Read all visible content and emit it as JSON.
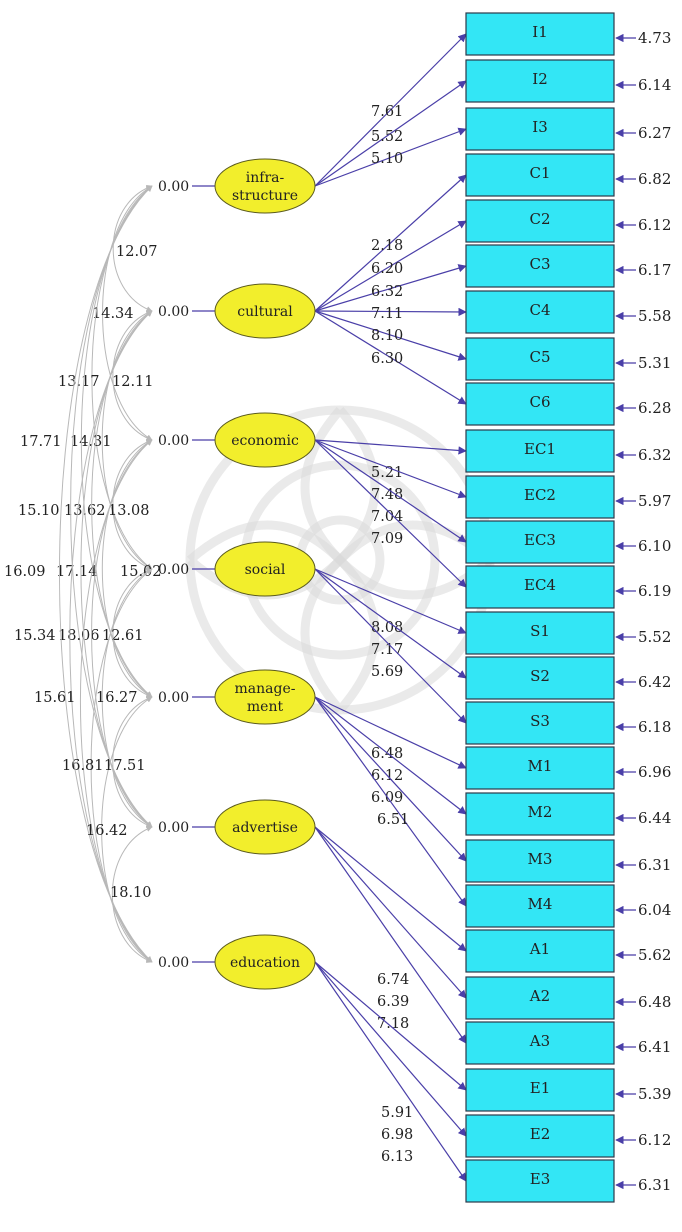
{
  "latent_variables": [
    {
      "id": "infra",
      "label_lines": [
        "infra-",
        "structure"
      ],
      "variance": "0.00"
    },
    {
      "id": "cultural",
      "label_lines": [
        "cultural"
      ],
      "variance": "0.00"
    },
    {
      "id": "economic",
      "label_lines": [
        "economic"
      ],
      "variance": "0.00"
    },
    {
      "id": "social",
      "label_lines": [
        "social"
      ],
      "variance": "0.00"
    },
    {
      "id": "management",
      "label_lines": [
        "manage-",
        "ment"
      ],
      "variance": "0.00"
    },
    {
      "id": "advertise",
      "label_lines": [
        "advertise"
      ],
      "variance": "0.00"
    },
    {
      "id": "education",
      "label_lines": [
        "education"
      ],
      "variance": "0.00"
    }
  ],
  "indicators": [
    {
      "id": "I1",
      "label": "I1",
      "error": "4.73"
    },
    {
      "id": "I2",
      "label": "I2",
      "error": "6.14"
    },
    {
      "id": "I3",
      "label": "I3",
      "error": "6.27"
    },
    {
      "id": "C1",
      "label": "C1",
      "error": "6.82"
    },
    {
      "id": "C2",
      "label": "C2",
      "error": "6.12"
    },
    {
      "id": "C3",
      "label": "C3",
      "error": "6.17"
    },
    {
      "id": "C4",
      "label": "C4",
      "error": "5.58"
    },
    {
      "id": "C5",
      "label": "C5",
      "error": "5.31"
    },
    {
      "id": "C6",
      "label": "C6",
      "error": "6.28"
    },
    {
      "id": "EC1",
      "label": "EC1",
      "error": "6.32"
    },
    {
      "id": "EC2",
      "label": "EC2",
      "error": "5.97"
    },
    {
      "id": "EC3",
      "label": "EC3",
      "error": "6.10"
    },
    {
      "id": "EC4",
      "label": "EC4",
      "error": "6.19"
    },
    {
      "id": "S1",
      "label": "S1",
      "error": "5.52"
    },
    {
      "id": "S2",
      "label": "S2",
      "error": "6.42"
    },
    {
      "id": "S3",
      "label": "S3",
      "error": "6.18"
    },
    {
      "id": "M1",
      "label": "M1",
      "error": "6.96"
    },
    {
      "id": "M2",
      "label": "M2",
      "error": "6.44"
    },
    {
      "id": "M3",
      "label": "M3",
      "error": "6.31"
    },
    {
      "id": "M4",
      "label": "M4",
      "error": "6.04"
    },
    {
      "id": "A1",
      "label": "A1",
      "error": "5.62"
    },
    {
      "id": "A2",
      "label": "A2",
      "error": "6.48"
    },
    {
      "id": "A3",
      "label": "A3",
      "error": "6.41"
    },
    {
      "id": "E1",
      "label": "E1",
      "error": "5.39"
    },
    {
      "id": "E2",
      "label": "E2",
      "error": "6.12"
    },
    {
      "id": "E3",
      "label": "E3",
      "error": "6.31"
    }
  ],
  "loadings": [
    {
      "from": "infra",
      "to": "I1",
      "value": "7.61"
    },
    {
      "from": "infra",
      "to": "I2",
      "value": "5.52"
    },
    {
      "from": "infra",
      "to": "I3",
      "value": "5.10"
    },
    {
      "from": "cultural",
      "to": "C1",
      "value": "2.18"
    },
    {
      "from": "cultural",
      "to": "C2",
      "value": "6.20"
    },
    {
      "from": "cultural",
      "to": "C3",
      "value": "6.32"
    },
    {
      "from": "cultural",
      "to": "C4",
      "value": "7.11"
    },
    {
      "from": "cultural",
      "to": "C5",
      "value": "8.10"
    },
    {
      "from": "cultural",
      "to": "C6",
      "value": "6.30"
    },
    {
      "from": "economic",
      "to": "EC1",
      "value": "5.21"
    },
    {
      "from": "economic",
      "to": "EC2",
      "value": "7.48"
    },
    {
      "from": "economic",
      "to": "EC3",
      "value": "7.04"
    },
    {
      "from": "economic",
      "to": "EC4",
      "value": "7.09"
    },
    {
      "from": "social",
      "to": "S1",
      "value": "8.08"
    },
    {
      "from": "social",
      "to": "S2",
      "value": "7.17"
    },
    {
      "from": "social",
      "to": "S3",
      "value": "5.69"
    },
    {
      "from": "management",
      "to": "M1",
      "value": "6.48"
    },
    {
      "from": "management",
      "to": "M2",
      "value": "6.12"
    },
    {
      "from": "management",
      "to": "M3",
      "value": "6.09"
    },
    {
      "from": "management",
      "to": "M4",
      "value": "6.51"
    },
    {
      "from": "advertise",
      "to": "A1",
      "value": "6.74"
    },
    {
      "from": "advertise",
      "to": "A2",
      "value": "6.39"
    },
    {
      "from": "advertise",
      "to": "A3",
      "value": "7.18"
    },
    {
      "from": "education",
      "to": "E1",
      "value": "5.91"
    },
    {
      "from": "education",
      "to": "E2",
      "value": "6.98"
    },
    {
      "from": "education",
      "to": "E3",
      "value": "6.13"
    }
  ],
  "correlations": [
    {
      "a": "infra",
      "b": "cultural",
      "value": "12.07"
    },
    {
      "a": "infra",
      "b": "economic",
      "value": "14.34"
    },
    {
      "a": "cultural",
      "b": "economic",
      "value": "12.11"
    },
    {
      "a": "infra",
      "b": "social",
      "value": "13.17"
    },
    {
      "a": "economic",
      "b": "social",
      "value": "14.31"
    },
    {
      "a": "cultural",
      "b": "social",
      "value": "17.71"
    },
    {
      "a": "social",
      "b": "management",
      "value": "13.08"
    },
    {
      "a": "economic",
      "b": "management",
      "value": "13.62"
    },
    {
      "a": "infra",
      "b": "management",
      "value": "15.10"
    },
    {
      "a": "management",
      "b": "advertise",
      "value": "15.02"
    },
    {
      "a": "social",
      "b": "advertise",
      "value": "17.14"
    },
    {
      "a": "infra",
      "b": "advertise",
      "value": "16.09"
    },
    {
      "a": "advertise",
      "b": "education",
      "value": "12.61"
    },
    {
      "a": "management",
      "b": "education",
      "value": "18.06"
    },
    {
      "a": "cultural",
      "b": "education",
      "value": "15.34"
    },
    {
      "a": "economic",
      "b": "education",
      "value": "16.27"
    },
    {
      "a": "cultural",
      "b": "advertise",
      "value": "15.61"
    },
    {
      "a": "social",
      "b": "education",
      "value": "17.51"
    },
    {
      "a": "economic",
      "b": "advertise",
      "value": "16.81"
    },
    {
      "a": "infra",
      "b": "education",
      "value": "16.42"
    },
    {
      "a": "cultural",
      "b": "management",
      "value": "18.10"
    }
  ],
  "colors": {
    "indicator_fill": "#33e6f5",
    "latent_fill": "#f2ee2c",
    "path_arrow": "#4a3fa8",
    "correlation_line": "#b8b8b8"
  }
}
